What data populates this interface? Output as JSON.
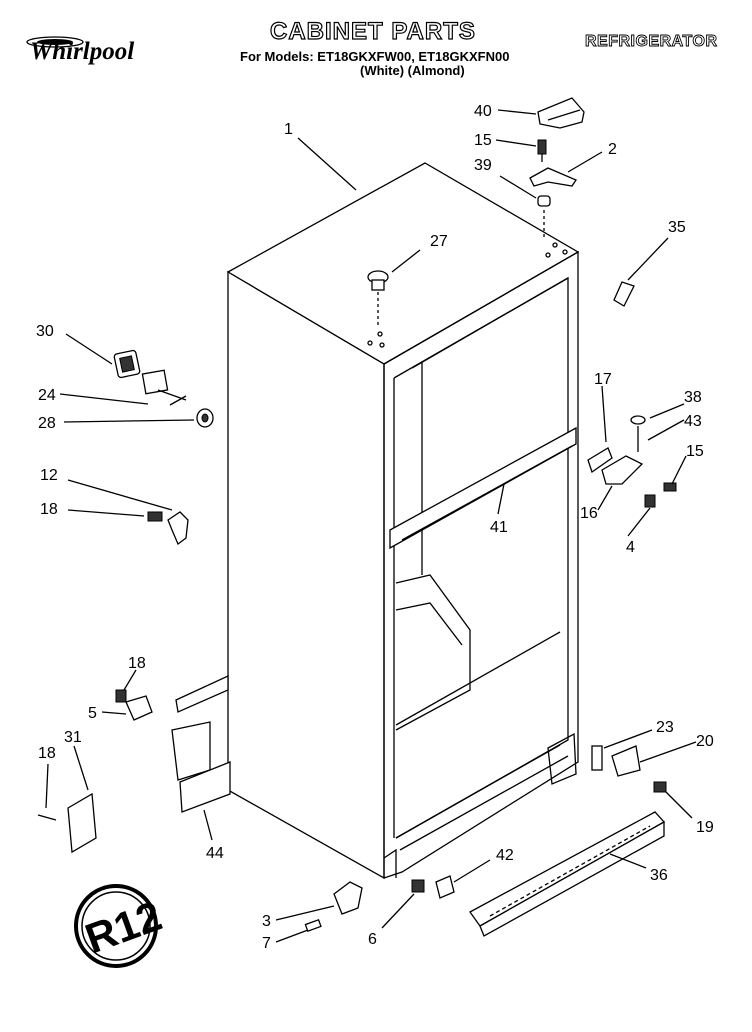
{
  "header": {
    "title": "CABINET PARTS",
    "models_line": "For Models: ET18GKXFW00, ET18GKXFN00",
    "variants_line": "(White)    (Almond)",
    "category": "REFRIGERATOR",
    "brand": "Whirlpool"
  },
  "badge": {
    "text": "R12"
  },
  "callouts": [
    {
      "id": "1",
      "label": "1"
    },
    {
      "id": "2",
      "label": "2"
    },
    {
      "id": "3",
      "label": "3"
    },
    {
      "id": "4",
      "label": "4"
    },
    {
      "id": "5",
      "label": "5"
    },
    {
      "id": "6",
      "label": "6"
    },
    {
      "id": "7",
      "label": "7"
    },
    {
      "id": "12",
      "label": "12"
    },
    {
      "id": "15a",
      "label": "15"
    },
    {
      "id": "15b",
      "label": "15"
    },
    {
      "id": "16",
      "label": "16"
    },
    {
      "id": "17",
      "label": "17"
    },
    {
      "id": "18a",
      "label": "18"
    },
    {
      "id": "18b",
      "label": "18"
    },
    {
      "id": "18c",
      "label": "18"
    },
    {
      "id": "19",
      "label": "19"
    },
    {
      "id": "20",
      "label": "20"
    },
    {
      "id": "23",
      "label": "23"
    },
    {
      "id": "24",
      "label": "24"
    },
    {
      "id": "27",
      "label": "27"
    },
    {
      "id": "28",
      "label": "28"
    },
    {
      "id": "30",
      "label": "30"
    },
    {
      "id": "31",
      "label": "31"
    },
    {
      "id": "35",
      "label": "35"
    },
    {
      "id": "36",
      "label": "36"
    },
    {
      "id": "38",
      "label": "38"
    },
    {
      "id": "39",
      "label": "39"
    },
    {
      "id": "40",
      "label": "40"
    },
    {
      "id": "41",
      "label": "41"
    },
    {
      "id": "42",
      "label": "42"
    },
    {
      "id": "43",
      "label": "43"
    },
    {
      "id": "44",
      "label": "44"
    }
  ]
}
